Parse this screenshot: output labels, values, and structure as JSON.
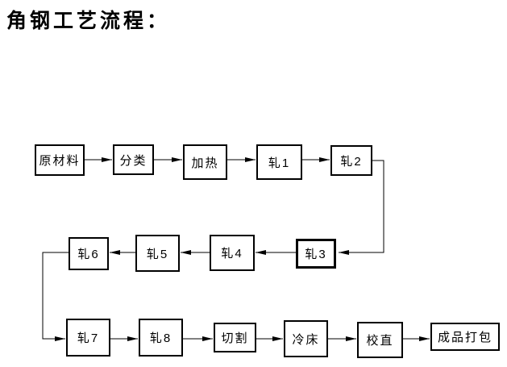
{
  "title": "角钢工艺流程：",
  "nodes": [
    {
      "id": "raw-material",
      "label": "原材料"
    },
    {
      "id": "classify",
      "label": "分类"
    },
    {
      "id": "heat",
      "label": "加热"
    },
    {
      "id": "roll-1",
      "label": "轧1"
    },
    {
      "id": "roll-2",
      "label": "轧2"
    },
    {
      "id": "roll-3",
      "label": "轧3"
    },
    {
      "id": "roll-4",
      "label": "轧4"
    },
    {
      "id": "roll-5",
      "label": "轧5"
    },
    {
      "id": "roll-6",
      "label": "轧6"
    },
    {
      "id": "roll-7",
      "label": "轧7"
    },
    {
      "id": "roll-8",
      "label": "轧8"
    },
    {
      "id": "cut",
      "label": "切割"
    },
    {
      "id": "cooling-bed",
      "label": "冷床"
    },
    {
      "id": "straighten",
      "label": "校直"
    },
    {
      "id": "pack",
      "label": "成品打包"
    }
  ],
  "flow_sequence": [
    "原材料",
    "分类",
    "加热",
    "轧1",
    "轧2",
    "轧3",
    "轧4",
    "轧5",
    "轧6",
    "轧7",
    "轧8",
    "切割",
    "冷床",
    "校直",
    "成品打包"
  ],
  "colors": {
    "background": "#ffffff",
    "line": "#000000",
    "text": "#000000"
  }
}
